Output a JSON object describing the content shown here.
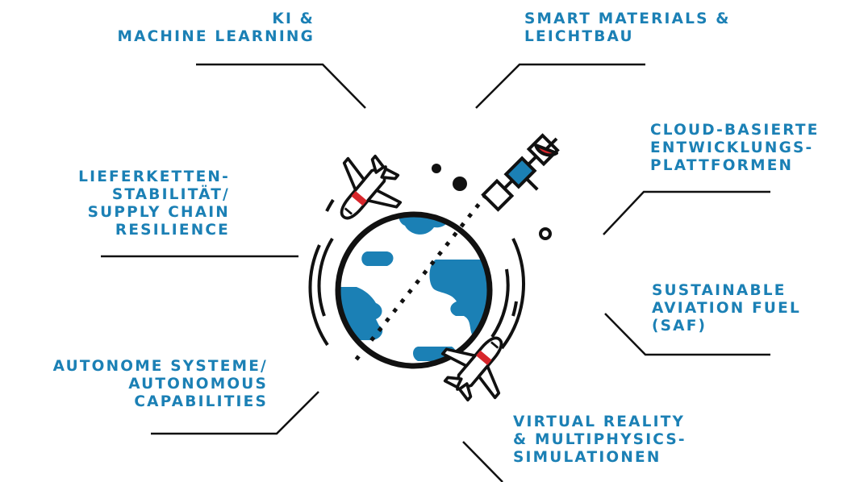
{
  "colors": {
    "blue": "#1b80b5",
    "ink": "#111111",
    "red": "#d7262b"
  },
  "labels": {
    "ki": [
      "KI &",
      "MACHINE LEARNING"
    ],
    "smart": [
      "SMART MATERIALS &",
      "LEICHTBAU"
    ],
    "cloud": [
      "CLOUD-BASIERTE",
      "ENTWICKLUNGS-",
      "PLATTFORMEN"
    ],
    "liefer": [
      "LIEFERKETTEN-",
      "STABILITÄT/",
      "SUPPLY CHAIN",
      "RESILIENCE"
    ],
    "saf": [
      "SUSTAINABLE",
      "AVIATION FUEL",
      "(SAF)"
    ],
    "auto": [
      "AUTONOME SYSTEME/",
      "AUTONOMOUS",
      "CAPABILITIES"
    ],
    "vr": [
      "VIRTUAL REALITY",
      "& MULTIPHYSICS-",
      "SIMULATIONEN"
    ]
  },
  "icons": [
    "globe-icon",
    "airplane-icon",
    "satellite-icon"
  ]
}
